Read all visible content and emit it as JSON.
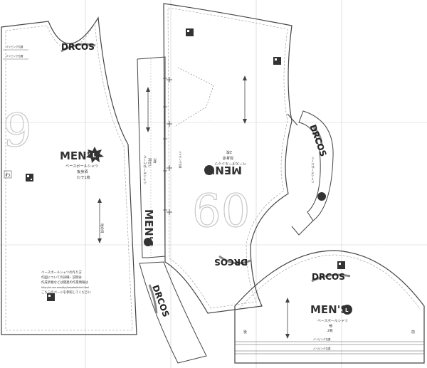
{
  "brand": {
    "drcos": "DRCOS",
    "mens": "MEN'S",
    "size": "L"
  },
  "product": "ベースボールシャツ",
  "pieces": {
    "back": {
      "number": "9",
      "part": "後身頃",
      "cut": "わで1枚"
    },
    "front": {
      "number": "60",
      "part": "前身頃",
      "cut": "2枚"
    },
    "sleeve": {
      "part": "袖",
      "cut": "2枚"
    },
    "placket": {
      "part": "持出し",
      "cut": "2枚"
    }
  },
  "marks": {
    "grain": "地の目",
    "wa": "わ",
    "piping": "パイピング位置",
    "back_mark": "後",
    "front_mark": "前"
  },
  "notes": [
    "ベースボールシャツの作り方",
    "作図についての詳細・説明は",
    "作成手順などは開発の作業情報は",
    "http://dr-cos.com/tipi/baseballshirt.html",
    "こちらのページを参照してください"
  ]
}
